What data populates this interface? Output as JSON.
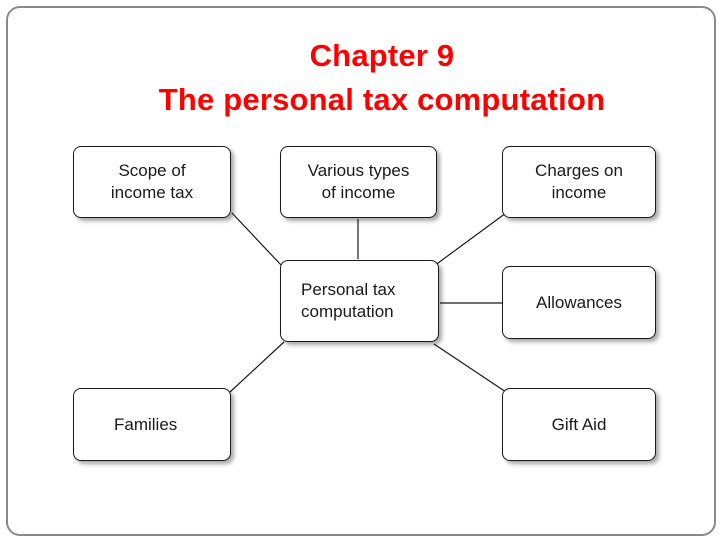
{
  "slide": {
    "title_line1": "Chapter 9",
    "title_line2": "The personal tax computation",
    "title_color": "#ff0000"
  },
  "diagram": {
    "center": "Personal tax\ncomputation",
    "nodes": {
      "scope": "Scope of\nincome tax",
      "various_types": "Various types\nof income",
      "charges": "Charges on\nincome",
      "allowances": "Allowances",
      "families": "Families",
      "gift_aid": "Gift Aid"
    }
  }
}
